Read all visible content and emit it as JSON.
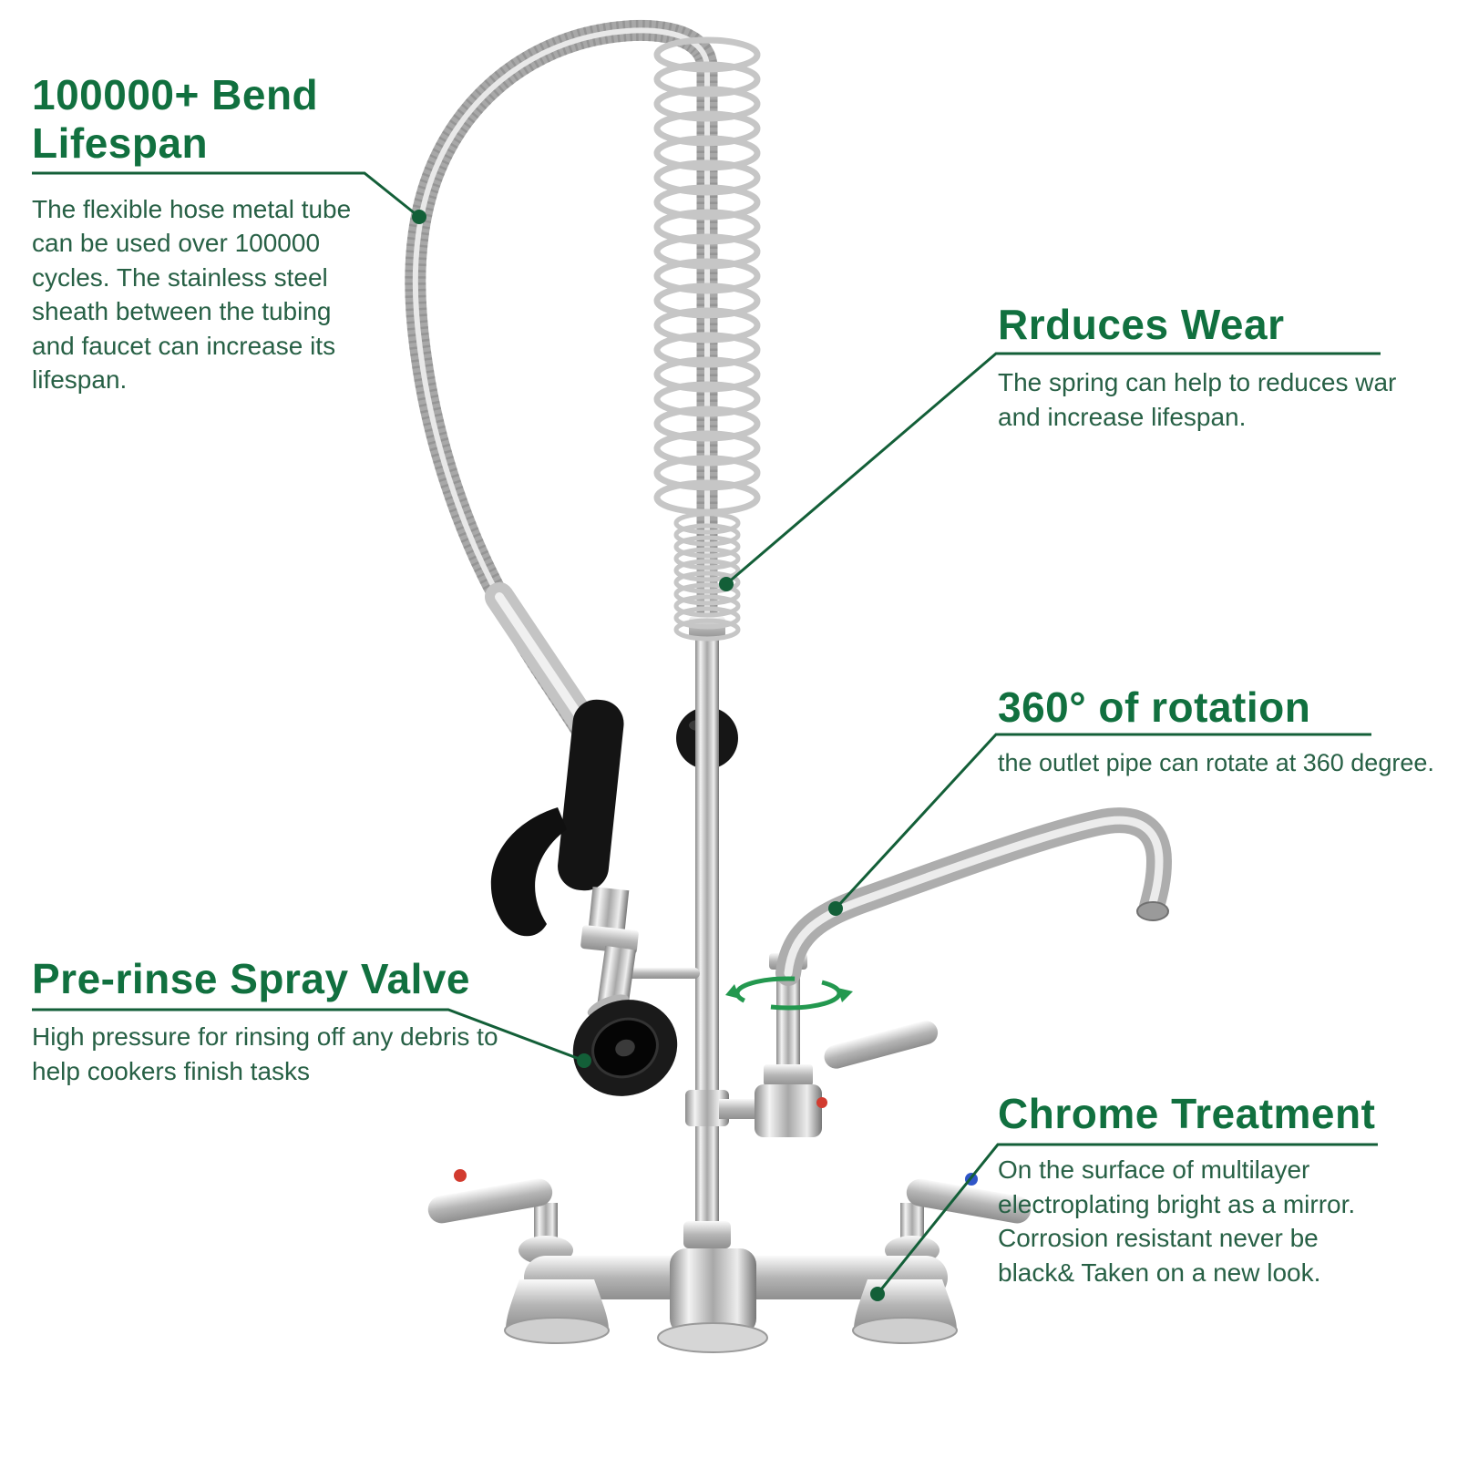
{
  "colors": {
    "accent_green": "#11703f",
    "body_green": "#276045",
    "leader_line_green": "#135f38",
    "hot_indicator_red": "#d23b2f",
    "cold_indicator_blue": "#2f55c8",
    "chrome_light": "#f3f3f3",
    "chrome_dark": "#8a8a8a"
  },
  "annotations": {
    "bend_lifespan": {
      "title": "100000+ Bend\nLifespan",
      "body": "The flexible hose metal tube\ncan be used over 100000\ncycles. The stainless steel\nsheath between the tubing\nand faucet can increase its\nlifespan."
    },
    "reduces_wear": {
      "title": "Rrduces Wear",
      "body": "The spring can help to reduces war\n and increase lifespan."
    },
    "rotation": {
      "title": "360° of rotation",
      "body": "the outlet pipe can rotate at 360 degree."
    },
    "spray_valve": {
      "title": "Pre-rinse Spray Valve",
      "body": "High pressure for rinsing off any debris to\nhelp cookers finish tasks"
    },
    "chrome_treatment": {
      "title": "Chrome Treatment",
      "body": "On the surface of multilayer\nelectroplating bright as a mirror.\n Corrosion resistant never be\nblack& Taken on a new look."
    }
  }
}
